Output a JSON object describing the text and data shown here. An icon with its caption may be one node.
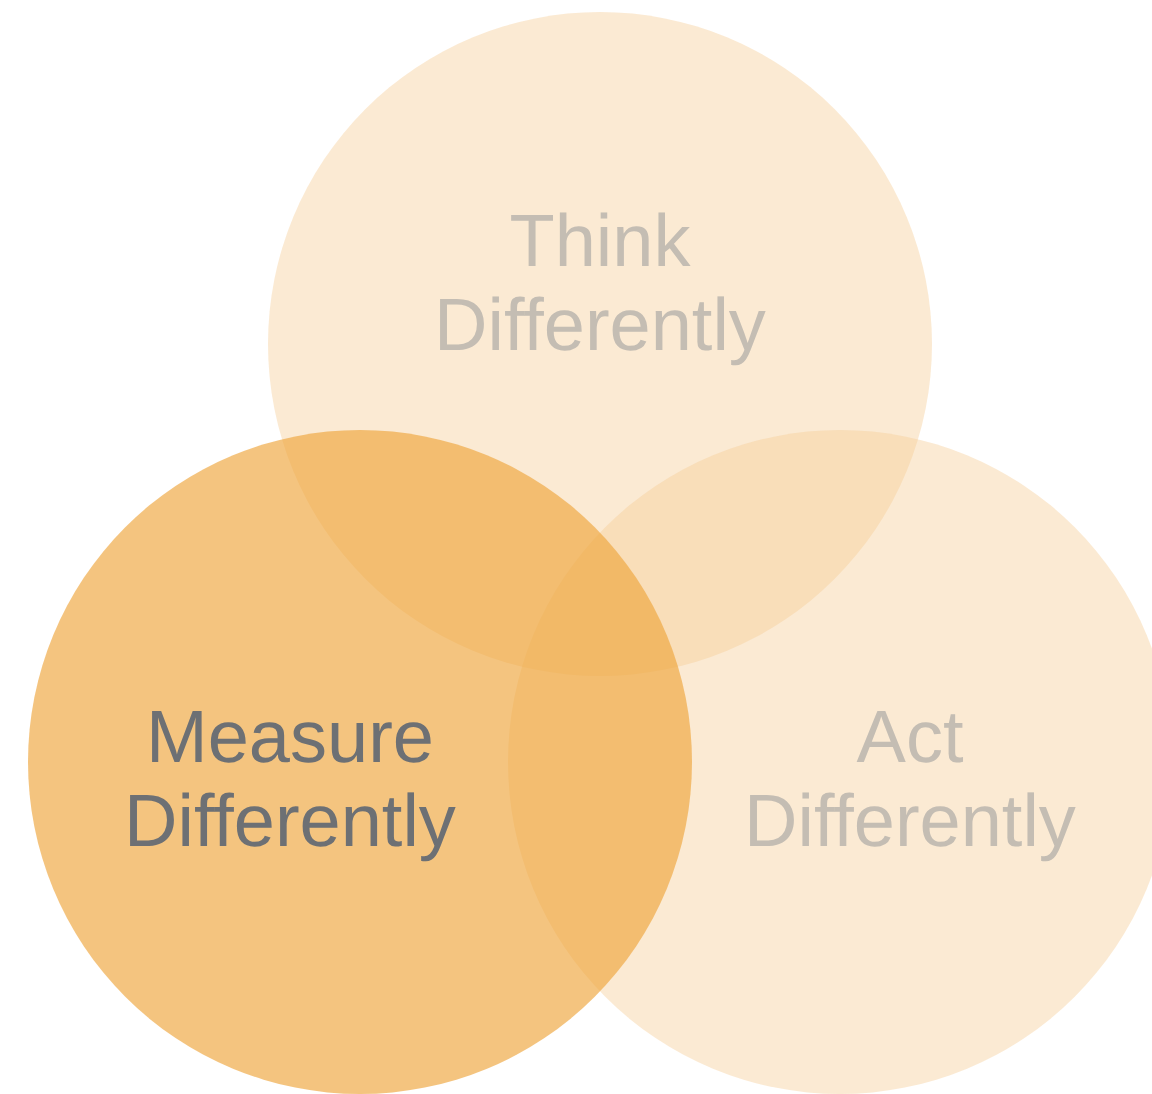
{
  "diagram": {
    "nodes": [
      {
        "text": [
          "Think Differently"
        ]
      },
      {
        "text": [
          "Measure Differently"
        ]
      },
      {
        "text": [
          "Act Differently"
        ]
      }
    ]
  }
}
